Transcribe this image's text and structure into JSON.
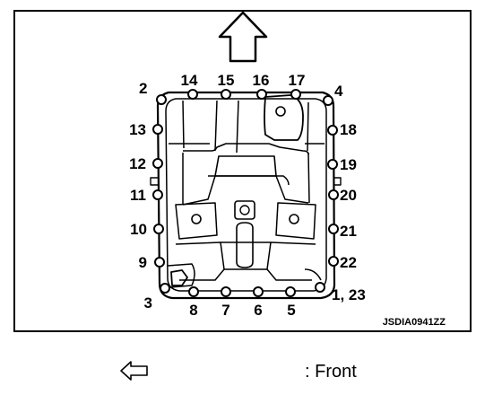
{
  "diagram": {
    "code": "JSDIA0941ZZ",
    "bolt_labels": {
      "b1": "1, 23",
      "b2": "2",
      "b3": "3",
      "b4": "4",
      "b5": "5",
      "b6": "6",
      "b7": "7",
      "b8": "8",
      "b9": "9",
      "b10": "10",
      "b11": "11",
      "b12": "12",
      "b13": "13",
      "b14": "14",
      "b15": "15",
      "b16": "16",
      "b17": "17",
      "b18": "18",
      "b19": "19",
      "b20": "20",
      "b21": "21",
      "b22": "22"
    }
  },
  "legend": {
    "text": ": Front",
    "icon": "arrow-left-icon"
  }
}
